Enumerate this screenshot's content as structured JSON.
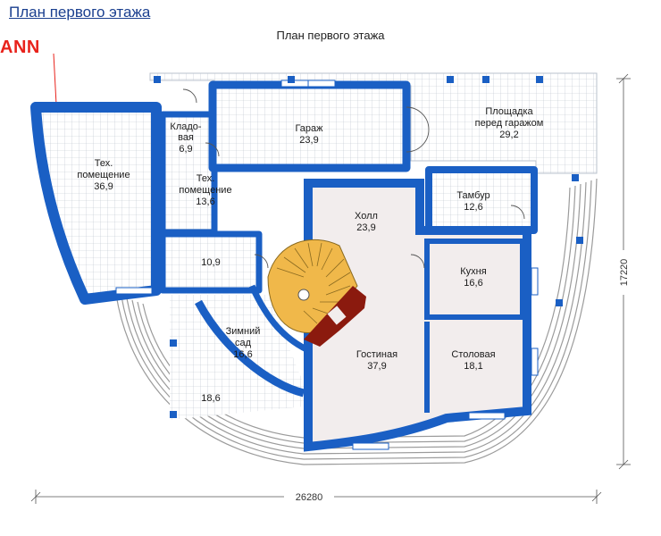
{
  "header": {
    "page_title": "План первого этажа",
    "plan_title": "План первого этажа",
    "brand": "ANN"
  },
  "colors": {
    "wall": "#1a5fc4",
    "floor_tile": "#ffffff",
    "tile_line": "#b9c2cc",
    "interior_floor": "#f2eded",
    "terrace": "#9b9b9b",
    "stair": "#f0b84a",
    "fireplace": "#8b1a0e"
  },
  "rooms": {
    "tech1": {
      "name_line1": "Тех.",
      "name_line2": "помещение",
      "area": "36,9"
    },
    "pantry": {
      "name_line1": "Кладо-",
      "name_line2": "вая",
      "area": "6,9"
    },
    "garage": {
      "name": "Гараж",
      "area": "23,9"
    },
    "platform": {
      "name_line1": "Площадка",
      "name_line2": "перед гаражом",
      "area": "29,2"
    },
    "tech2": {
      "name_line1": "Тех.",
      "name_line2": "помещение",
      "area": "13,6"
    },
    "hall": {
      "name": "Холл",
      "area": "23,9"
    },
    "vestibule": {
      "name": "Тамбур",
      "area": "12,6"
    },
    "small": {
      "area": "10,9"
    },
    "kitchen": {
      "name": "Кухня",
      "area": "16,6"
    },
    "winter_garden": {
      "name_line1": "Зимний",
      "name_line2": "сад",
      "area": "16,6"
    },
    "living": {
      "name": "Гостиная",
      "area": "37,9"
    },
    "dining": {
      "name": "Столовая",
      "area": "18,1"
    },
    "terrace": {
      "area": "18,6"
    }
  },
  "dimensions": {
    "width": "26280",
    "height": "17220"
  }
}
